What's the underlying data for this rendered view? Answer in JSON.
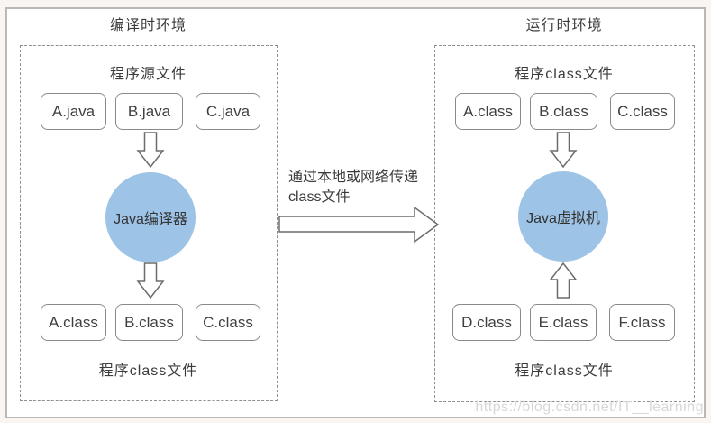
{
  "compile_env": {
    "title": "编译时环境",
    "source_label": "程序源文件",
    "source_files": [
      "A.java",
      "B.java",
      "C.java"
    ],
    "processor": "Java编译器",
    "output_files": [
      "A.class",
      "B.class",
      "C.class"
    ],
    "output_label": "程序class文件"
  },
  "runtime_env": {
    "title": "运行时环境",
    "input_label": "程序class文件",
    "input_files": [
      "A.class",
      "B.class",
      "C.class"
    ],
    "processor": "Java虚拟机",
    "extra_files": [
      "D.class",
      "E.class",
      "F.class"
    ],
    "extra_label": "程序class文件"
  },
  "transfer": {
    "label_line1": "通过本地或网络传递",
    "label_line2": "class文件"
  },
  "watermark": {
    "text": "https://blog.csdn.net/IT__learning"
  },
  "colors": {
    "processor_circle_fill": "#9dc3e6",
    "box_border": "#8a8a8a",
    "dashed_border": "#8f8f8f",
    "outer_border": "#b8b8b8",
    "text": "#3b3b3b",
    "watermark_text": "#d7d7d7"
  }
}
